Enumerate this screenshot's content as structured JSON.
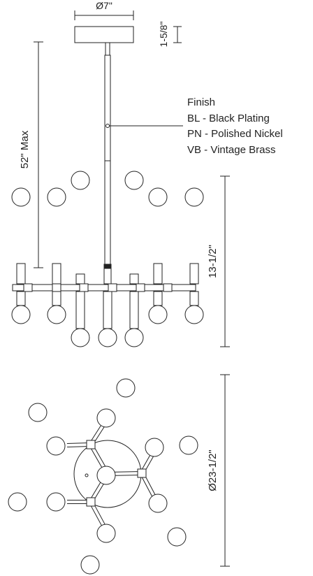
{
  "dimensions": {
    "canopy_diameter": "Ø7\"",
    "canopy_height": "1-5/8\"",
    "max_overall_height": "52\" Max",
    "fixture_height": "13-1/2\"",
    "fixture_diameter": "Ø23-1/2\""
  },
  "finish": {
    "title": "Finish",
    "options": [
      "BL - Black Plating",
      "PN - Polished Nickel",
      "VB - Vintage Brass"
    ]
  }
}
